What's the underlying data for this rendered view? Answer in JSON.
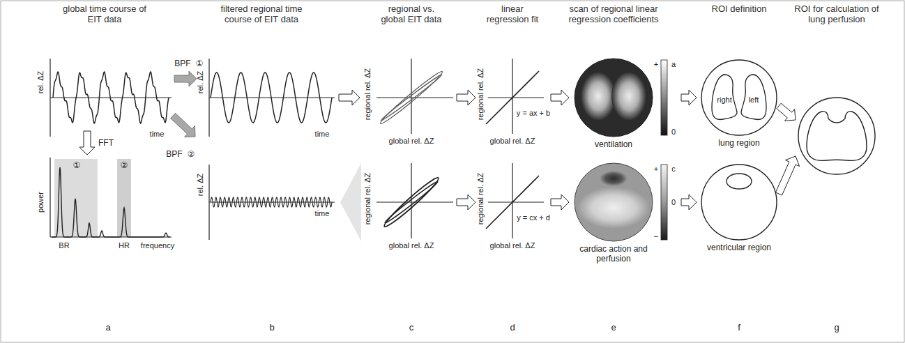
{
  "diagram": {
    "nodes": [
      {
        "text": [
          "ventilation"
        ]
      },
      {
        "text": [
          "cardiac action and perfusion"
        ]
      },
      {
        "text": [
          "lung region"
        ]
      },
      {
        "text": [
          "right"
        ],
        "in": 2
      },
      {
        "text": [
          "left"
        ],
        "in": 2
      },
      {
        "text": [
          "ventricular region"
        ]
      }
    ],
    "edges": [
      {
        "from": 0,
        "to": 2,
        "arrow": "to"
      },
      {
        "from": 1,
        "to": 5,
        "arrow": "to"
      }
    ],
    "labels": [
      "global time course of EIT data",
      "filtered regional time course of EIT data",
      "regional vs. global EIT data",
      "linear regression fit",
      "scan of regional linear regression coefficients",
      "ROI definition",
      "ROI for calculation of lung perfusion",
      "rel. ΔZ",
      "time",
      "BPF",
      "①",
      "FFT",
      "power",
      "①",
      "②",
      "BR",
      "HR",
      "frequency",
      "BPF",
      "②",
      "rel. ΔZ",
      "time",
      "rel. ΔZ",
      "time",
      "regional rel. ΔZ",
      "global rel. ΔZ",
      "regional rel. ΔZ",
      "global rel. ΔZ",
      "regional rel. ΔZ",
      "global rel. ΔZ",
      "y = ax + b",
      "regional rel. ΔZ",
      "global rel. ΔZ",
      "y = cx + d",
      "+",
      "a",
      "0",
      "+",
      "c",
      "0",
      "–",
      "a",
      "b",
      "c",
      "d",
      "e",
      "f",
      "g"
    ]
  }
}
